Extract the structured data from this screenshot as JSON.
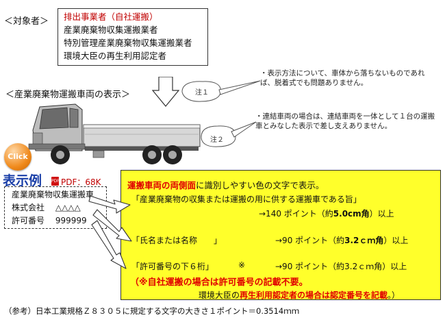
{
  "target": {
    "label": "＜対象者＞",
    "items": [
      "排出事業者（自社運搬）",
      "産業廃棄物収集運搬業者",
      "特別管理産業廃棄物収集運搬業者",
      "環境大臣の再生利用認定者"
    ]
  },
  "notes": {
    "note1": "・表示方法について、車体から落ちないものであれば、脱着式でも問題ありません。",
    "note2": "・連結車両の場合は、連結車両を一体として１台の運搬車とみなした表示で差し支えありません。",
    "callout1": "注１",
    "callout2": "注２"
  },
  "vehicle_label": "＜産業廃棄物運搬車両の表示＞",
  "click_button": "Click",
  "display_example": {
    "title": "表示例",
    "pdf_link": "PDF：68K",
    "pdf_icon": "PDF"
  },
  "plate": {
    "line1": "産業廃棄物収集運搬車",
    "line2a": "株式会社",
    "line2b": "△△△△",
    "line3a": "許可番号",
    "line3b": "999999"
  },
  "explanation": {
    "heading_red": "運搬車両の両側面",
    "heading_rest": "に識別しやすい色の文字で表示。",
    "item1_text": "「産業廃棄物の収集または運搬の用に供する運搬車である旨」",
    "item1_size_prefix": "→140 ポイント（約",
    "item1_size_value": "5.0cm角",
    "item1_size_suffix": "）以上",
    "item2_text": "「氏名または名称　　」",
    "item2_size_prefix": "→90 ポイント（約",
    "item2_size_value": "3.2ｃｍ角",
    "item2_size_suffix": "）以上",
    "item3_text": "「許可番号の下６桁」",
    "item3_mark": "※",
    "item3_size": "→90 ポイント（約3.2ｃｍ角）以上",
    "note_red": "（※自社運搬の場合は許可番号の記載不要。",
    "note_last_a": "環境大臣の",
    "note_last_b": "再生利用認定者の場合は認定番号を記載",
    "note_last_c": "。）"
  },
  "footnote": "（参考）日本工業規格Ｚ８３０５に規定する文字の大きさ１ポイント＝0.3514ｍｍ"
}
